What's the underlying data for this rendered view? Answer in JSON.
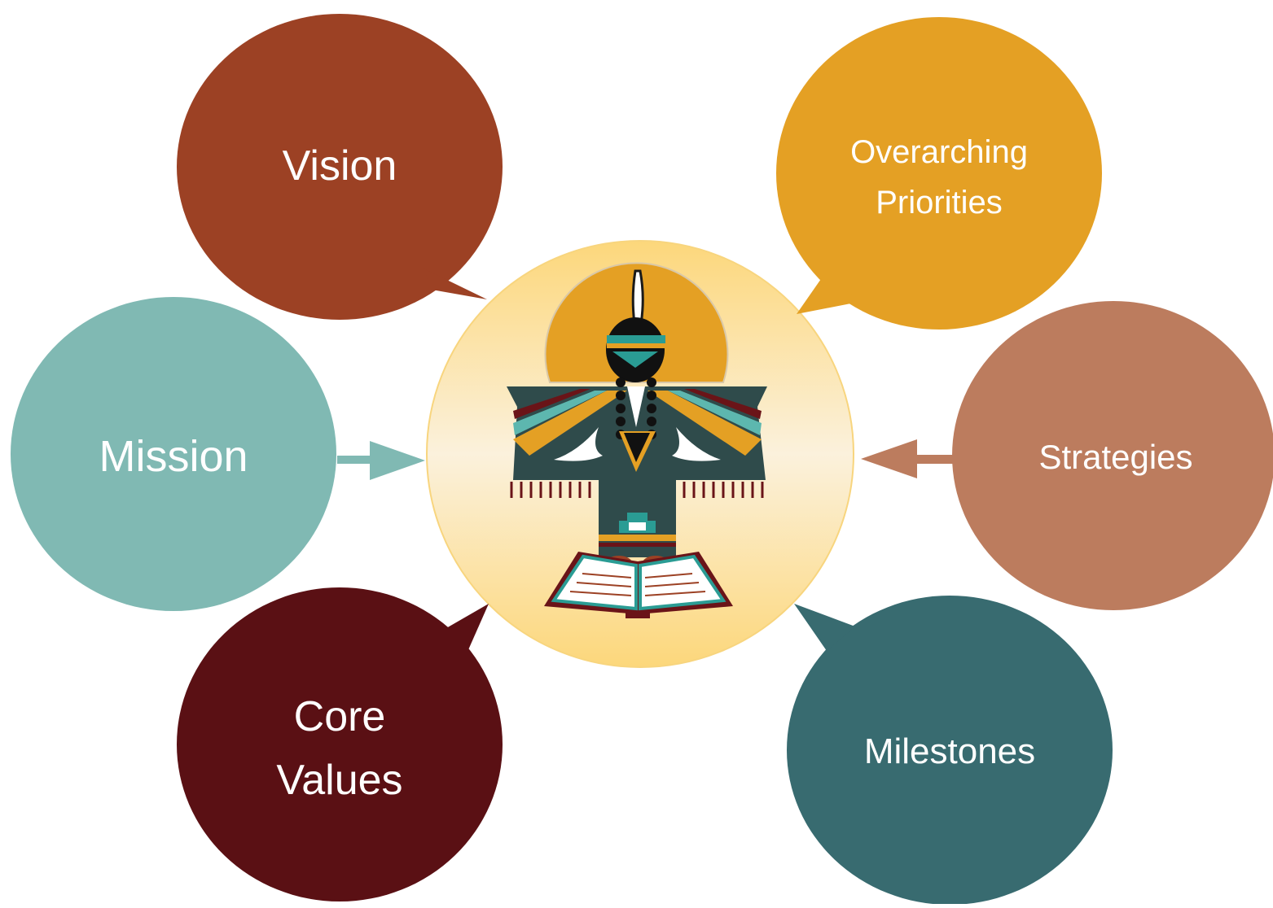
{
  "nodes": {
    "vision": {
      "line1": "Vision",
      "color": "#9C4124"
    },
    "overarching_priorities": {
      "line1": "Overarching",
      "line2": "Priorities",
      "color": "#E4A024"
    },
    "mission": {
      "line1": "Mission",
      "color": "#80B9B3"
    },
    "strategies": {
      "line1": "Strategies",
      "color": "#BC7C5E"
    },
    "core_values": {
      "line1": "Core",
      "line2": "Values",
      "color": "#5A1014"
    },
    "milestones": {
      "line1": "Milestones",
      "color": "#386B70"
    }
  },
  "center": {
    "emblem_icon": "figure-with-feather-shawl-and-book-icon",
    "glow_color": "#FCD77B"
  },
  "arrows": {
    "mission_color": "#80B9B3",
    "strategies_color": "#BC7C5E"
  }
}
